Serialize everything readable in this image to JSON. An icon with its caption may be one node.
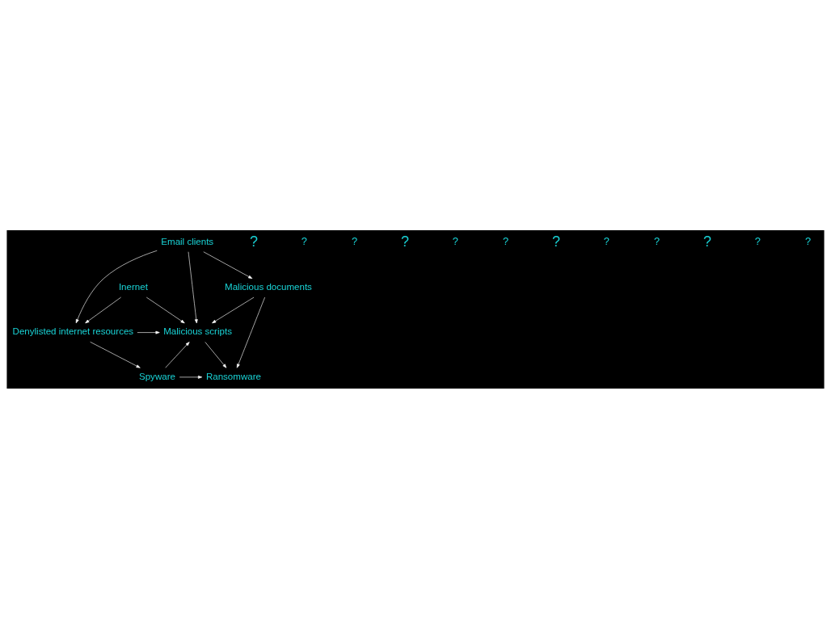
{
  "diagram": {
    "nodes": [
      {
        "text": [
          "Email clients"
        ]
      },
      {
        "text": [
          "Inernet"
        ]
      },
      {
        "text": [
          "Malicious documents"
        ]
      },
      {
        "text": [
          "Malicious scripts"
        ]
      },
      {
        "text": [
          "Denylisted internet resources"
        ]
      },
      {
        "text": [
          "Ransomware"
        ]
      },
      {
        "text": [
          "Spyware"
        ]
      }
    ],
    "edges": [
      {
        "from": 0,
        "to": 4,
        "arrow": "to"
      },
      {
        "from": 0,
        "to": 3,
        "arrow": "to"
      },
      {
        "from": 0,
        "to": 2,
        "arrow": "to"
      },
      {
        "from": 1,
        "to": 4,
        "arrow": "to"
      },
      {
        "from": 1,
        "to": 3,
        "arrow": "to"
      },
      {
        "from": 2,
        "to": 3,
        "arrow": "to"
      },
      {
        "from": 2,
        "to": 5,
        "arrow": "to"
      },
      {
        "from": 4,
        "to": 3,
        "arrow": "to"
      },
      {
        "from": 3,
        "to": 5,
        "arrow": "to"
      },
      {
        "from": 4,
        "to": 6,
        "arrow": "to"
      },
      {
        "from": 6,
        "to": 3,
        "arrow": "to"
      },
      {
        "from": 6,
        "to": 5,
        "arrow": "to"
      }
    ],
    "labels": [
      "?",
      "?",
      "?",
      "?",
      "?",
      "?",
      "?",
      "?",
      "?",
      "?",
      "?",
      "?"
    ]
  }
}
